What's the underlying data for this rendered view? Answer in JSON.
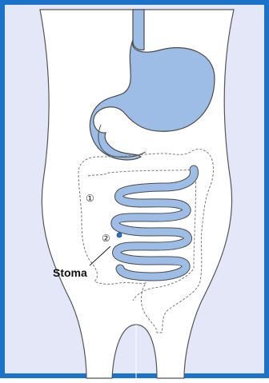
{
  "labels": {
    "marker_1": "①",
    "marker_2": "②",
    "stoma": "Stoma"
  },
  "colors": {
    "border": "#1a73c9",
    "background": "#e3e7f7",
    "body_fill": "#ffffff",
    "organ_fill": "#9dbde6",
    "organ_outline": "#4b4b4b",
    "colon_outline": "#7a7a7a",
    "stoma_mark": "#2f6fbf"
  }
}
